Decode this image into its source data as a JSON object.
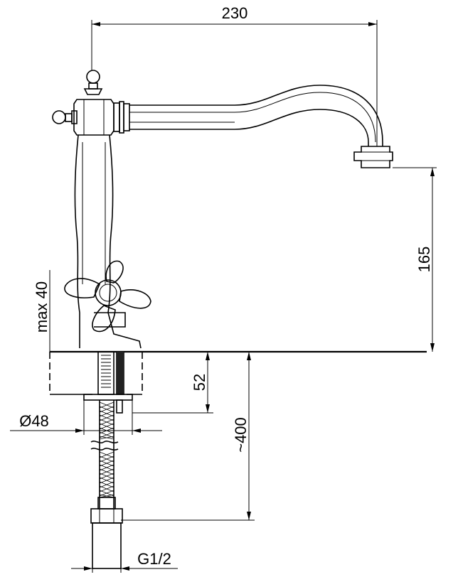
{
  "dimensions": {
    "spout_reach": "230",
    "spout_height": "165",
    "max_deck_thickness": "max 40",
    "base_diameter": "Ø48",
    "shank_length": "52",
    "hose_length": "~400",
    "connection_thread": "G1/2"
  }
}
